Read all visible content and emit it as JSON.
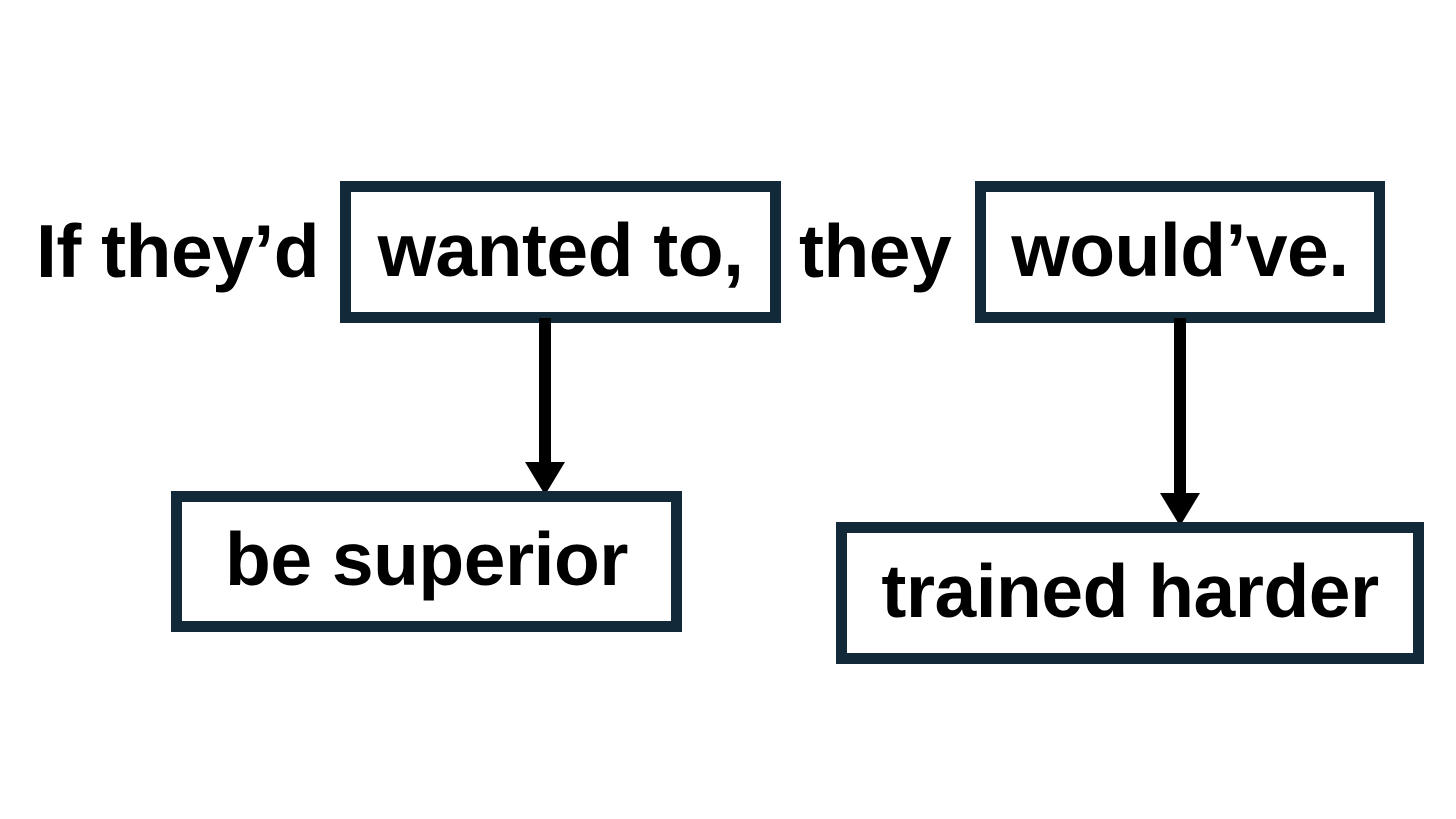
{
  "diagram": {
    "type": "sentence-clause-diagram",
    "background_color": "#ffffff",
    "box_border_color": "#12293a",
    "text_color": "#000000",
    "sentence": "If they’d wanted to, they would’ve.",
    "words": [
      {
        "id": "if-theyd",
        "text": "If they’d"
      },
      {
        "id": "they",
        "text": "they"
      }
    ],
    "nodes": [
      {
        "id": "wanted-to",
        "label": "wanted to,"
      },
      {
        "id": "wouldve",
        "label": "would’ve."
      },
      {
        "id": "be-superior",
        "label": "be superior"
      },
      {
        "id": "trained-harder",
        "label": "trained harder"
      }
    ],
    "arrows": [
      {
        "id": "wanted-to-to-be-superior",
        "from": "wanted-to",
        "to": "be-superior",
        "direction": "down",
        "icon": "arrow-down-icon"
      },
      {
        "id": "wouldve-to-trained-harder",
        "from": "wouldve",
        "to": "trained-harder",
        "direction": "down",
        "icon": "arrow-down-icon"
      }
    ]
  }
}
